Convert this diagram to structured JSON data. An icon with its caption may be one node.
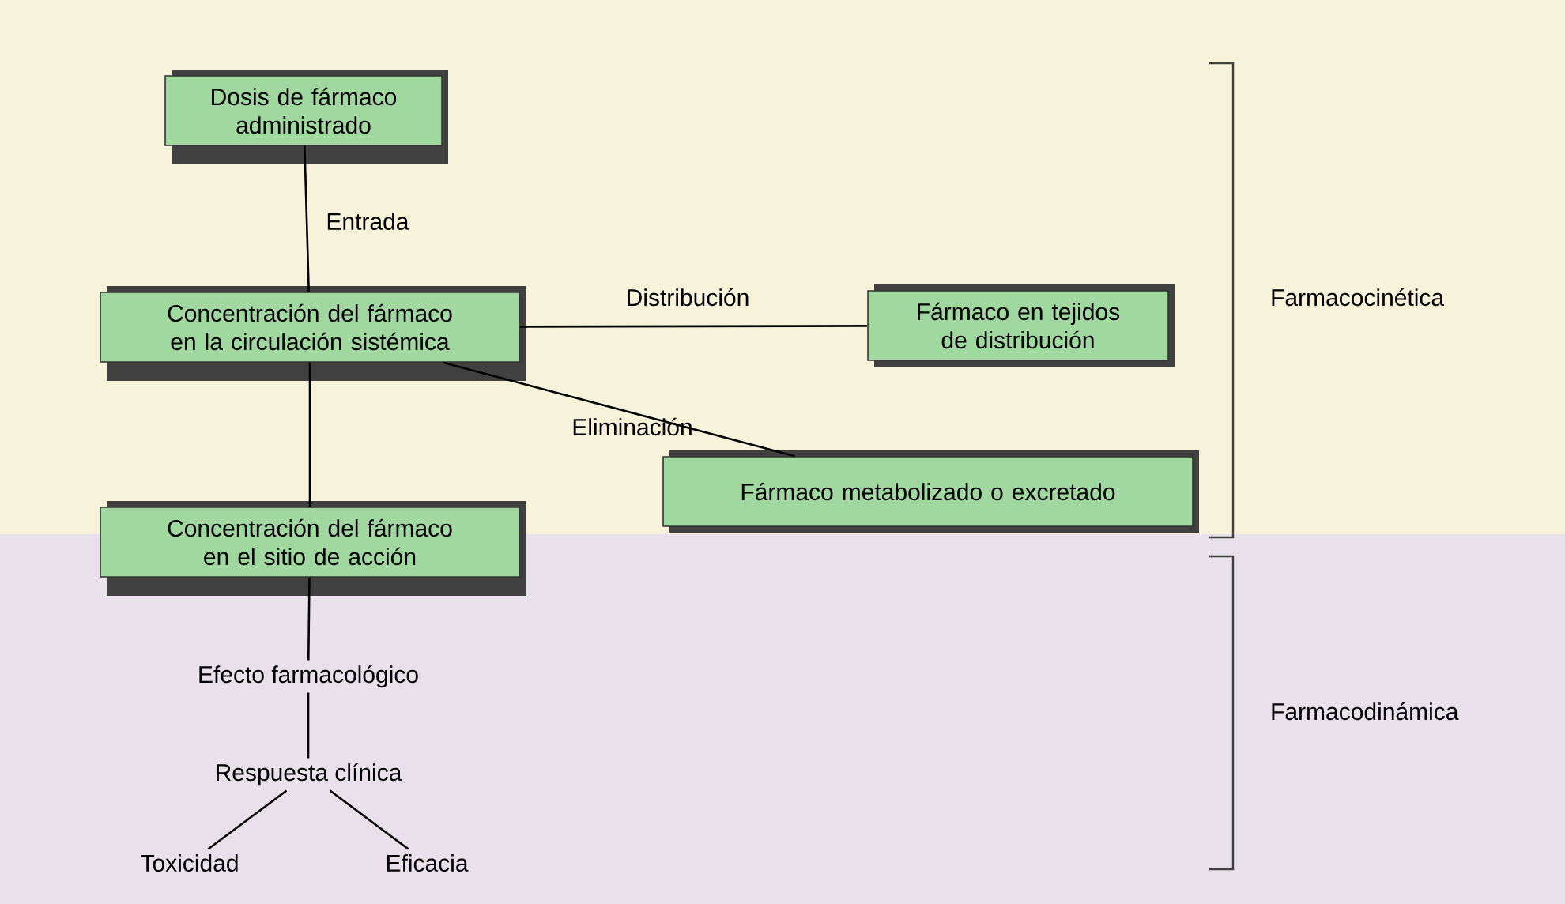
{
  "diagram": {
    "nodes": [
      {
        "text": [
          "Dosis de fármaco administrado"
        ]
      },
      {
        "text": [
          "Concentración del fármaco en la circulación sistémica"
        ]
      },
      {
        "text": [
          "Fármaco en tejidos de distribución"
        ]
      },
      {
        "text": [
          "Fármaco metabolizado o excretado"
        ]
      },
      {
        "text": [
          "Concentración del fármaco en el sitio de acción"
        ]
      },
      {
        "text": [
          "Efecto farmacológico"
        ]
      },
      {
        "text": [
          "Respuesta clínica"
        ]
      },
      {
        "text": [
          "Toxicidad"
        ]
      },
      {
        "text": [
          "Eficacia"
        ]
      }
    ],
    "edges": [
      {
        "from": 0,
        "to": 1,
        "arrow": "none",
        "label": "Entrada"
      },
      {
        "from": 1,
        "to": 2,
        "arrow": "none",
        "label": "Distribución"
      },
      {
        "from": 1,
        "to": 3,
        "arrow": "none",
        "label": "Eliminación"
      },
      {
        "from": 1,
        "to": 4,
        "arrow": "none"
      },
      {
        "from": 4,
        "to": 5,
        "arrow": "none"
      },
      {
        "from": 5,
        "to": 6,
        "arrow": "none"
      },
      {
        "from": 6,
        "to": 7,
        "arrow": "none"
      },
      {
        "from": 6,
        "to": 8,
        "arrow": "none"
      }
    ],
    "labels": [
      "Farmacocinética",
      "Farmacodinámica"
    ]
  }
}
